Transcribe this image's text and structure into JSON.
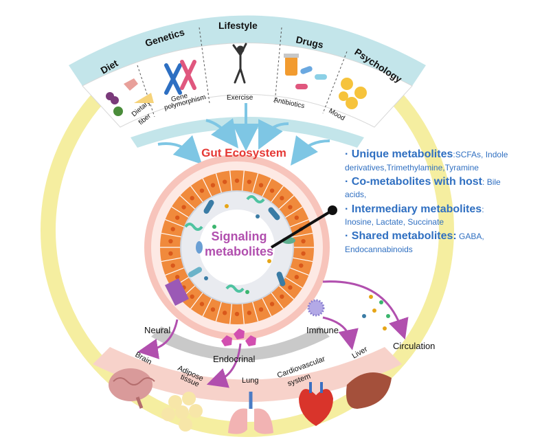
{
  "factors": {
    "diet": "Diet",
    "genetics": "Genetics",
    "lifestyle": "Lifestyle",
    "drugs": "Drugs",
    "psychology": "Psychology"
  },
  "factor_items": {
    "dietary_fiber_line1": "Dietary",
    "dietary_fiber_line2": "fiber",
    "gene_line1": "Gene",
    "gene_line2": "polymorphism",
    "exercise": "Exercise",
    "antibiotics": "Antibiotics",
    "mood": "Mood"
  },
  "center": {
    "ecosystem_title": "Gut Ecosystem",
    "signaling_line1": "Signaling",
    "signaling_line2": "metabolites"
  },
  "metabolites": [
    {
      "bullet": "·",
      "head": "Unique metabolites",
      "sep": ":",
      "detail_line1": "SCFAs,  Indole",
      "detail_line2": "derivatives,Trimethylamine,Tyramine"
    },
    {
      "bullet": "·",
      "head": "Co-metabolites with host",
      "sep": ":",
      "detail_line1": " Bile",
      "detail_line2": "acids,"
    },
    {
      "bullet": "·",
      "head": "Intermediary metabolites",
      "sep": ":",
      "detail_line1": "",
      "detail_line2": "Inosine, Lactate, Succinate"
    },
    {
      "bullet": "·",
      "head": "Shared metabolites:",
      "sep": "",
      "detail_line1": " GABA,",
      "detail_line2": "Endocannabinoids"
    }
  ],
  "pathways": {
    "neural": "Neural",
    "immune": "Immune",
    "endocrinal": "Endocrinal",
    "circulation": "Circulation"
  },
  "organs": {
    "brain": "Brain",
    "adipose_line1": "Adipose",
    "adipose_line2": "tissue",
    "lung": "Lung",
    "cardio_line1": "Cardiovascular",
    "cardio_line2": "system",
    "liver": "Liver"
  },
  "colors": {
    "outer_ring": "#f5eea0",
    "top_band": "#c3e5ea",
    "bottom_band": "#f7d2ca",
    "ecosystem_title": "#e53935",
    "signaling": "#b14fae",
    "metabolite_text": "#2f6fc1",
    "arrow_blue": "#7ec6e4",
    "arrow_purple": "#b14fae",
    "cell": "#f08a3c",
    "nucleus": "#d9581b"
  }
}
